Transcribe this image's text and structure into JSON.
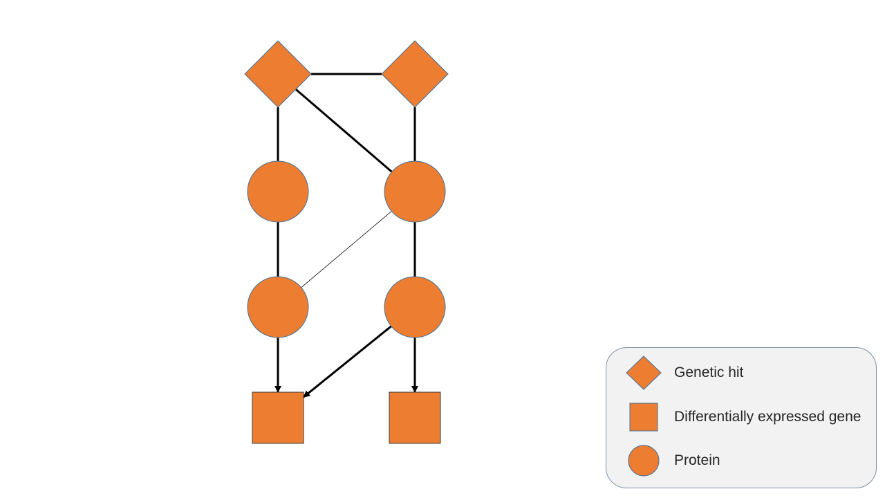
{
  "colors": {
    "node_fill": "#ed7d31",
    "node_stroke": "#41719c",
    "edge": "#000000",
    "legend_bg": "#f2f2f2"
  },
  "diagram": {
    "nodes": [
      {
        "id": "hit-left",
        "shape": "diamond",
        "kind": "genetic-hit"
      },
      {
        "id": "hit-right",
        "shape": "diamond",
        "kind": "genetic-hit"
      },
      {
        "id": "protein-upper-left",
        "shape": "circle",
        "kind": "protein"
      },
      {
        "id": "protein-upper-right",
        "shape": "circle",
        "kind": "protein"
      },
      {
        "id": "protein-lower-left",
        "shape": "circle",
        "kind": "protein"
      },
      {
        "id": "protein-lower-right",
        "shape": "circle",
        "kind": "protein"
      },
      {
        "id": "deg-left",
        "shape": "square",
        "kind": "differentially-expressed-gene"
      },
      {
        "id": "deg-right",
        "shape": "square",
        "kind": "differentially-expressed-gene"
      }
    ],
    "edges": [
      {
        "from": "hit-left",
        "to": "hit-right",
        "style": "thick",
        "directed": false
      },
      {
        "from": "hit-left",
        "to": "protein-upper-left",
        "style": "thick",
        "directed": false
      },
      {
        "from": "hit-left",
        "to": "protein-upper-right",
        "style": "thick",
        "directed": false
      },
      {
        "from": "hit-right",
        "to": "protein-upper-right",
        "style": "thick",
        "directed": false
      },
      {
        "from": "protein-upper-left",
        "to": "protein-lower-left",
        "style": "thick",
        "directed": false
      },
      {
        "from": "protein-upper-right",
        "to": "protein-lower-left",
        "style": "thin",
        "directed": false
      },
      {
        "from": "protein-upper-right",
        "to": "protein-lower-right",
        "style": "thick",
        "directed": false
      },
      {
        "from": "protein-lower-left",
        "to": "deg-left",
        "style": "thick",
        "directed": true
      },
      {
        "from": "protein-lower-right",
        "to": "deg-left",
        "style": "thick",
        "directed": true
      },
      {
        "from": "protein-lower-right",
        "to": "deg-right",
        "style": "thick",
        "directed": true
      }
    ]
  },
  "legend": {
    "items": [
      {
        "shape": "diamond",
        "icon": "diamond-icon",
        "label": "Genetic hit"
      },
      {
        "shape": "square",
        "icon": "square-icon",
        "label": "Differentially expressed gene"
      },
      {
        "shape": "circle",
        "icon": "circle-icon",
        "label": "Protein"
      }
    ]
  }
}
